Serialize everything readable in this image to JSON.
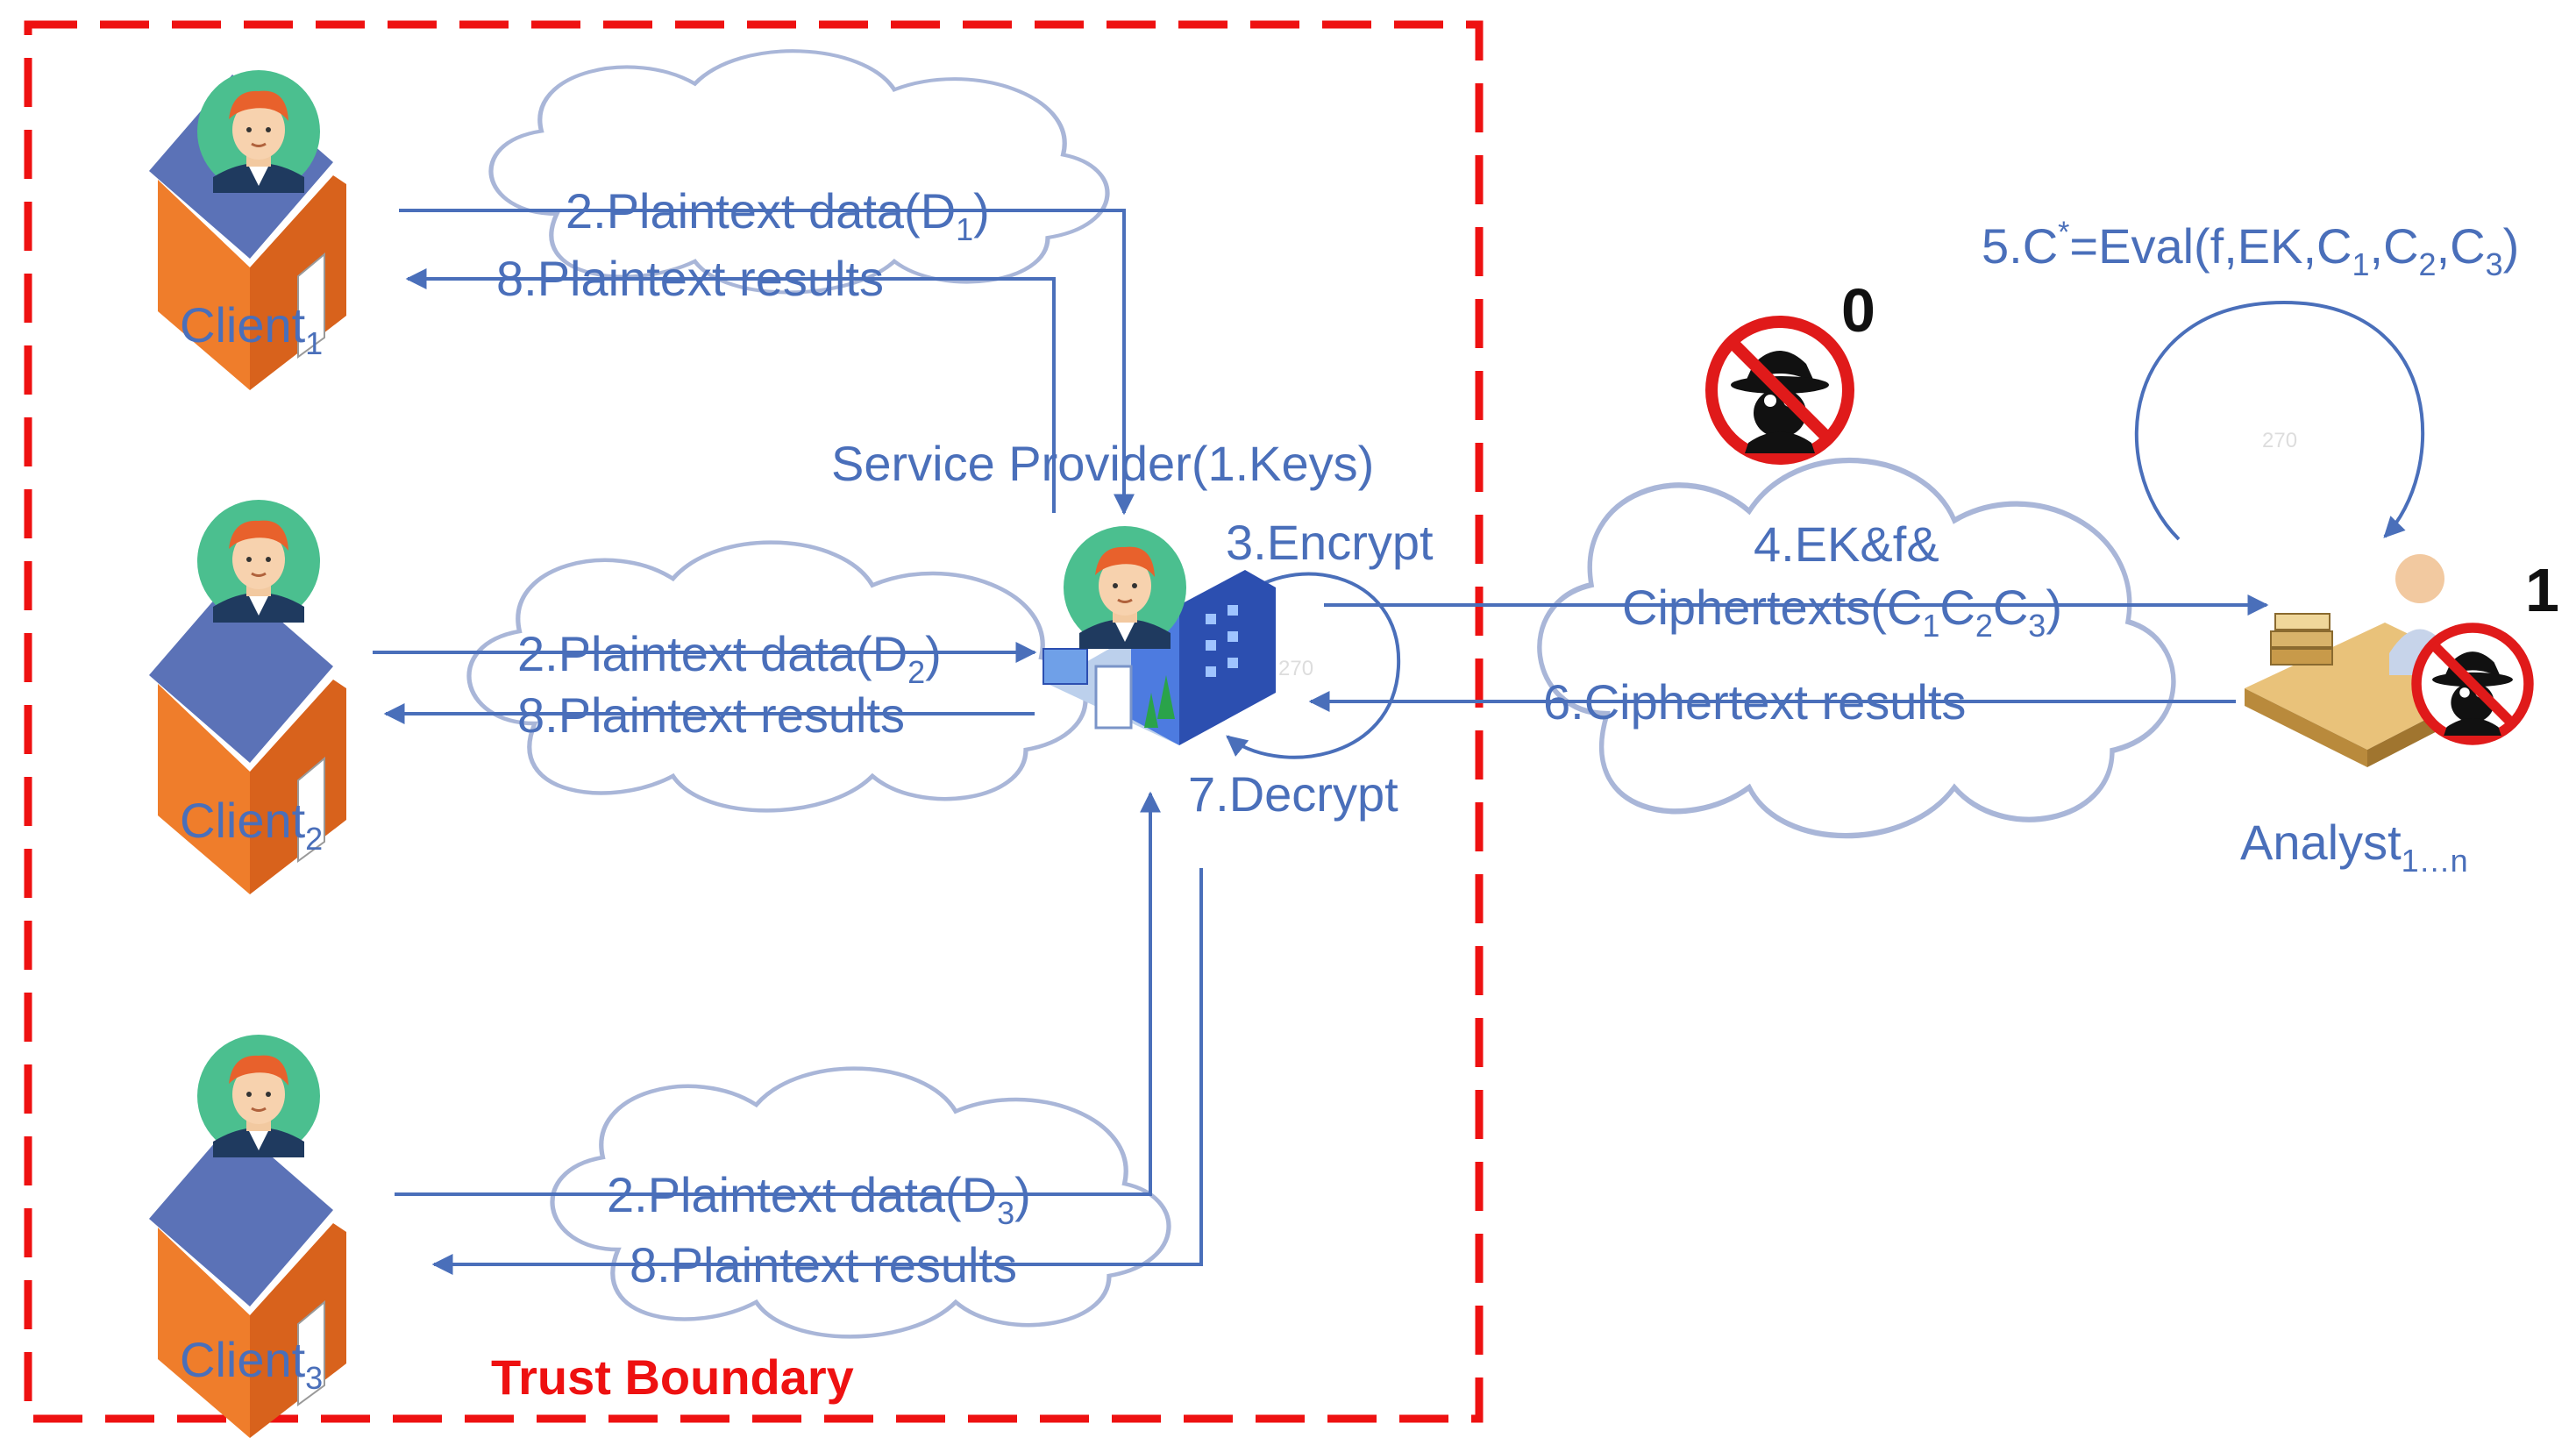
{
  "trust_boundary": "Trust Boundary",
  "clients": [
    {
      "name": "Client",
      "sub": "1"
    },
    {
      "name": "Client",
      "sub": "2"
    },
    {
      "name": "Client",
      "sub": "3"
    }
  ],
  "service_provider": "Service Provider(1.Keys)",
  "analyst": {
    "name": "Analyst",
    "sub": "1…n"
  },
  "steps": {
    "plaintext_data_prefix": "2.Plaintext data(D",
    "plaintext_data_1_sub": "1",
    "plaintext_data_2_sub": "2",
    "plaintext_data_3_sub": "3",
    "close_paren": ")",
    "plaintext_results": "8.Plaintext results",
    "encrypt": "3.Encrypt",
    "decrypt": "7.Decrypt",
    "ek_line1": "4.EK&f&",
    "ek_line2_prefix": "Ciphertexts(C",
    "ek_c1": "1",
    "ek_c2_prefix": "C",
    "ek_c2": "2",
    "ek_c3_prefix": "C",
    "ek_c3": "3",
    "ek_suffix": ")",
    "eval_prefix": "5.C",
    "eval_star": "*",
    "eval_mid": "=Eval(f,EK,C",
    "eval_c1": "1",
    "eval_sep1": ",C",
    "eval_c2": "2",
    "eval_sep2": ",C",
    "eval_c3": "3",
    "eval_suffix": ")",
    "ciphertext_results": "6.Ciphertext results"
  },
  "badges": {
    "eavesdropper": "0",
    "analyst": "1"
  },
  "faint_marks": {
    "encrypt_loop": "270",
    "eval_loop": "270"
  },
  "colors": {
    "flow": "#4a6fba",
    "trust_boundary": "#ee1111",
    "roof": "#5b72b7",
    "wall": "#ef7d2b",
    "avatar_bg": "#4bbf8f",
    "no_sign": "#e01a1a"
  },
  "icons": [
    "house-icon",
    "user-avatar-icon",
    "building-icon",
    "spy-icon",
    "no-entry-icon",
    "analyst-desk-icon"
  ]
}
